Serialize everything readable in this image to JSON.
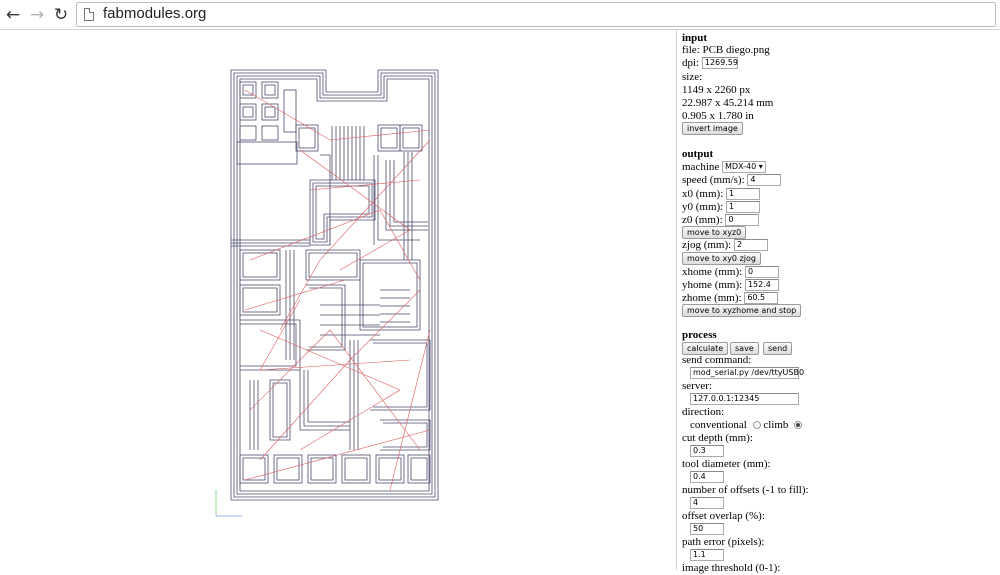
{
  "browser": {
    "url": "fabmodules.org"
  },
  "input": {
    "title": "input",
    "file_label": "file:",
    "file_name": "PCB diego.png",
    "dpi_label": "dpi:",
    "dpi_value": "1269.59",
    "size_label": "size:",
    "size_px": "1149 x 2260 px",
    "size_mm": "22.987 x 45.214 mm",
    "size_in": "0.905 x 1.780 in",
    "invert_label": "invert image"
  },
  "output": {
    "title": "output",
    "machine_label": "machine",
    "machine_value": "MDX-40",
    "speed_label": "speed (mm/s):",
    "speed_value": "4",
    "x0_label": "x0 (mm):",
    "x0_value": "1",
    "y0_label": "y0 (mm):",
    "y0_value": "1",
    "z0_label": "z0 (mm):",
    "z0_value": "0",
    "move_xyz0_label": "move to xyz0",
    "zjog_label": "zjog (mm):",
    "zjog_value": "2",
    "move_xy0_label": "move to xy0 zjog",
    "xhome_label": "xhome (mm):",
    "xhome_value": "0",
    "yhome_label": "yhome (mm):",
    "yhome_value": "152.4",
    "zhome_label": "zhome (mm):",
    "zhome_value": "60.5",
    "move_home_label": "move to xyzhome and stop"
  },
  "process": {
    "title": "process",
    "calculate_label": "calculate",
    "save_label": "save",
    "send_label": "send",
    "send_command_label": "send command:",
    "send_command_value": "mod_serial.py /dev/ttyUSB0",
    "server_label": "server:",
    "server_value": "127.0.0.1:12345",
    "direction_label": "direction:",
    "conventional_label": "conventional",
    "climb_label": "climb",
    "cut_depth_label": "cut depth (mm):",
    "cut_depth_value": "0.3",
    "tool_diameter_label": "tool diameter (mm):",
    "tool_diameter_value": "0.4",
    "offsets_label": "number of offsets (-1 to fill):",
    "offsets_value": "4",
    "overlap_label": "offset overlap (%):",
    "overlap_value": "50",
    "path_error_label": "path error (pixels):",
    "path_error_value": "1.1",
    "threshold_label": "image threshold (0-1):"
  }
}
